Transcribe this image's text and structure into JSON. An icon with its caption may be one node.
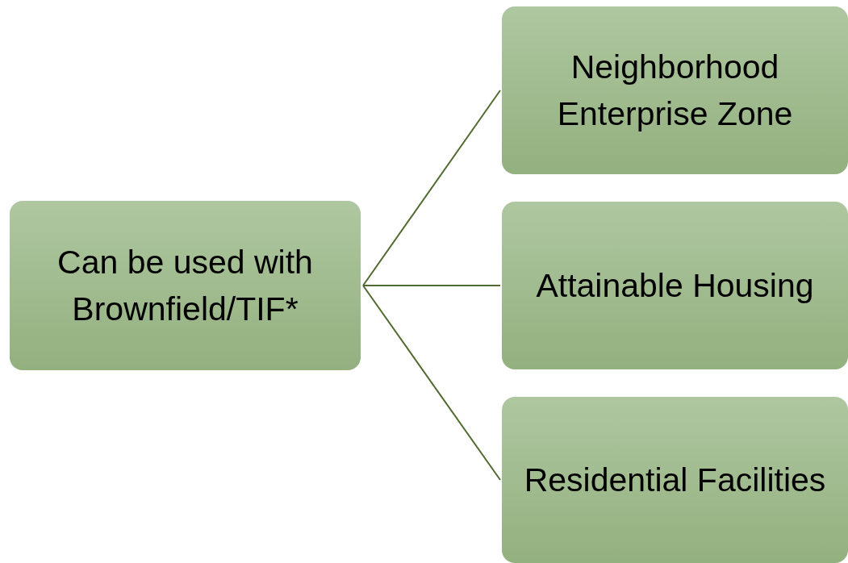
{
  "diagram": {
    "nodes": [
      {
        "text": [
          "Can be used with Brownfield/TIF*"
        ]
      },
      {
        "text": [
          "Neighborhood Enterprise Zone"
        ]
      },
      {
        "text": [
          "Attainable Housing"
        ]
      },
      {
        "text": [
          "Residential Facilities"
        ]
      }
    ],
    "edges": [
      {
        "from": 0,
        "to": 1,
        "arrow": "none"
      },
      {
        "from": 0,
        "to": 2,
        "arrow": "none"
      },
      {
        "from": 0,
        "to": 3,
        "arrow": "none"
      }
    ]
  }
}
